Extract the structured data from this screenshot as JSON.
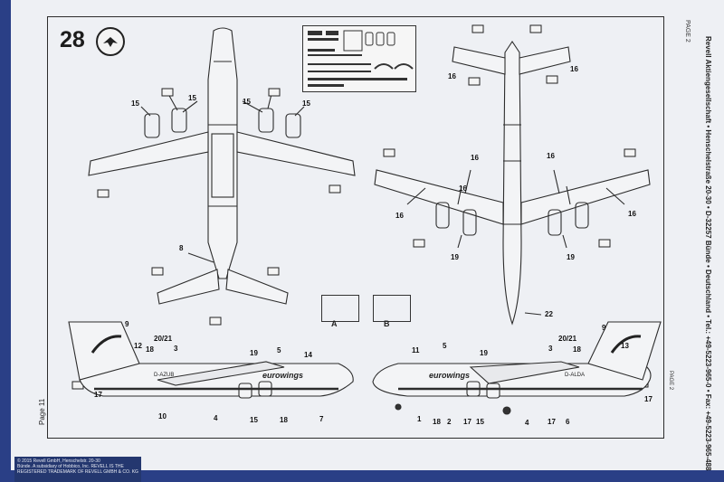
{
  "step": {
    "number": "28"
  },
  "side_text": "Revell Aktiengesellschaft • Henschelstraße 20-30 • D-32257 Bünde • Deutschland • Tel.: +49-5223-965-0 • Fax: +49-5223-965-488",
  "page_tag": "PAGE 2",
  "page_left": "Page 11",
  "footer": {
    "line1": "© 2015 Revell GmbH, Henschelstr. 20-30",
    "line2": "Bünde. A subsidiary of Hobbico, Inc. REVELL IS THE",
    "line3": "REGISTERED TRADEMARK OF REVELL GMBH & CO. KG."
  },
  "boxes": {
    "a": "A",
    "b": "B"
  },
  "livery": {
    "brand": "eurowings",
    "reg_left": "D-AZUB",
    "reg_right": "D-ALDA"
  },
  "callouts": {
    "top_left": {
      "a": "15",
      "b": "15",
      "c": "15",
      "d": "15",
      "e": "8"
    },
    "top_right": {
      "a": "16",
      "b": "16",
      "c": "16",
      "d": "16",
      "e": "16",
      "f": "16",
      "g": "16",
      "h": "19",
      "i": "19",
      "j": "22"
    },
    "side_left": {
      "a": "9",
      "b": "12",
      "c": "18",
      "d": "20/21",
      "e": "3",
      "f": "19",
      "g": "5",
      "h": "14",
      "i": "17",
      "j": "10",
      "k": "4",
      "l": "15",
      "m": "18",
      "n": "7"
    },
    "side_right": {
      "a": "11",
      "b": "5",
      "c": "19",
      "d": "3",
      "e": "20/21",
      "f": "18",
      "g": "9",
      "h": "13",
      "i": "17",
      "j": "1",
      "k": "18",
      "l": "2",
      "m": "17",
      "n": "15",
      "o": "4",
      "p": "17",
      "q": "6"
    }
  },
  "colors": {
    "sheet": "#eef0f4",
    "line": "#2c2c2c",
    "binder": "#2a3f86"
  }
}
